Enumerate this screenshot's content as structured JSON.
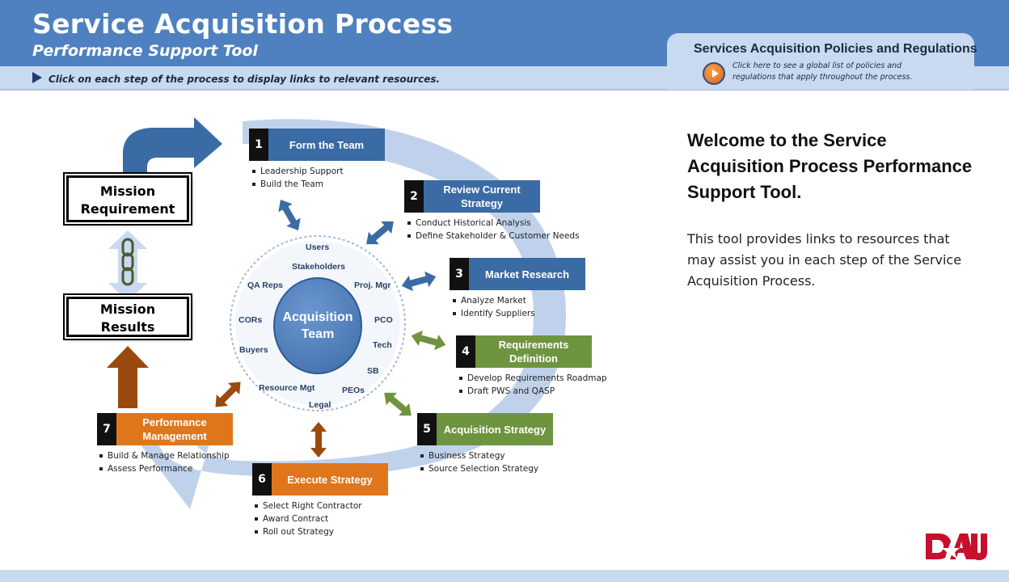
{
  "header": {
    "title": "Service Acquisition Process",
    "subtitle": "Performance Support Tool",
    "instruction": "Click on each step of the process to display links to relevant resources."
  },
  "policies": {
    "title": "Services Acquisition Policies and Regulations",
    "description": "Click here to see a global list of policies and regulations that apply throughout the process."
  },
  "mission": {
    "requirement": [
      "Mission",
      "Requirement"
    ],
    "results": [
      "Mission",
      "Results"
    ]
  },
  "core": {
    "line1": "Acquisition",
    "line2": "Team"
  },
  "team_members": [
    "Users",
    "Stakeholders",
    "Proj. Mgr",
    "PCO",
    "Tech",
    "SB",
    "PEOs",
    "Legal",
    "Resource Mgt",
    "Buyers",
    "CORs",
    "QA Reps"
  ],
  "steps": [
    {
      "num": "1",
      "label": "Form the Team",
      "color": "blue",
      "bullets": [
        "Leadership Support",
        "Build the Team"
      ]
    },
    {
      "num": "2",
      "label": "Review Current Strategy",
      "color": "blue",
      "bullets": [
        "Conduct Historical Analysis",
        "Define Stakeholder & Customer Needs"
      ]
    },
    {
      "num": "3",
      "label": "Market Research",
      "color": "blue",
      "bullets": [
        "Analyze Market",
        "Identify Suppliers"
      ]
    },
    {
      "num": "4",
      "label": "Requirements Definition",
      "color": "green",
      "bullets": [
        "Develop Requirements Roadmap",
        "Draft PWS and QASP"
      ]
    },
    {
      "num": "5",
      "label": "Acquisition Strategy",
      "color": "green",
      "bullets": [
        "Business Strategy",
        "Source Selection Strategy"
      ]
    },
    {
      "num": "6",
      "label": "Execute Strategy",
      "color": "orange",
      "bullets": [
        "Select Right Contractor",
        "Award Contract",
        "Roll out Strategy"
      ]
    },
    {
      "num": "7",
      "label": "Performance Management",
      "color": "orange",
      "bullets": [
        "Build & Manage Relationship",
        "Assess Performance"
      ]
    }
  ],
  "welcome": {
    "heading": "Welcome to the Service Acquisition Process Performance Support Tool.",
    "body": "This tool provides links to resources that may assist you in each step of the Service Acquisition Process."
  },
  "logo_text": "DAU",
  "colors": {
    "header_blue": "#4f80bf",
    "light_blue": "#c9d9ef",
    "step_blue": "#3b6ba4",
    "step_green": "#6f9440",
    "step_orange": "#e0761c",
    "logo_red": "#c8102e"
  }
}
